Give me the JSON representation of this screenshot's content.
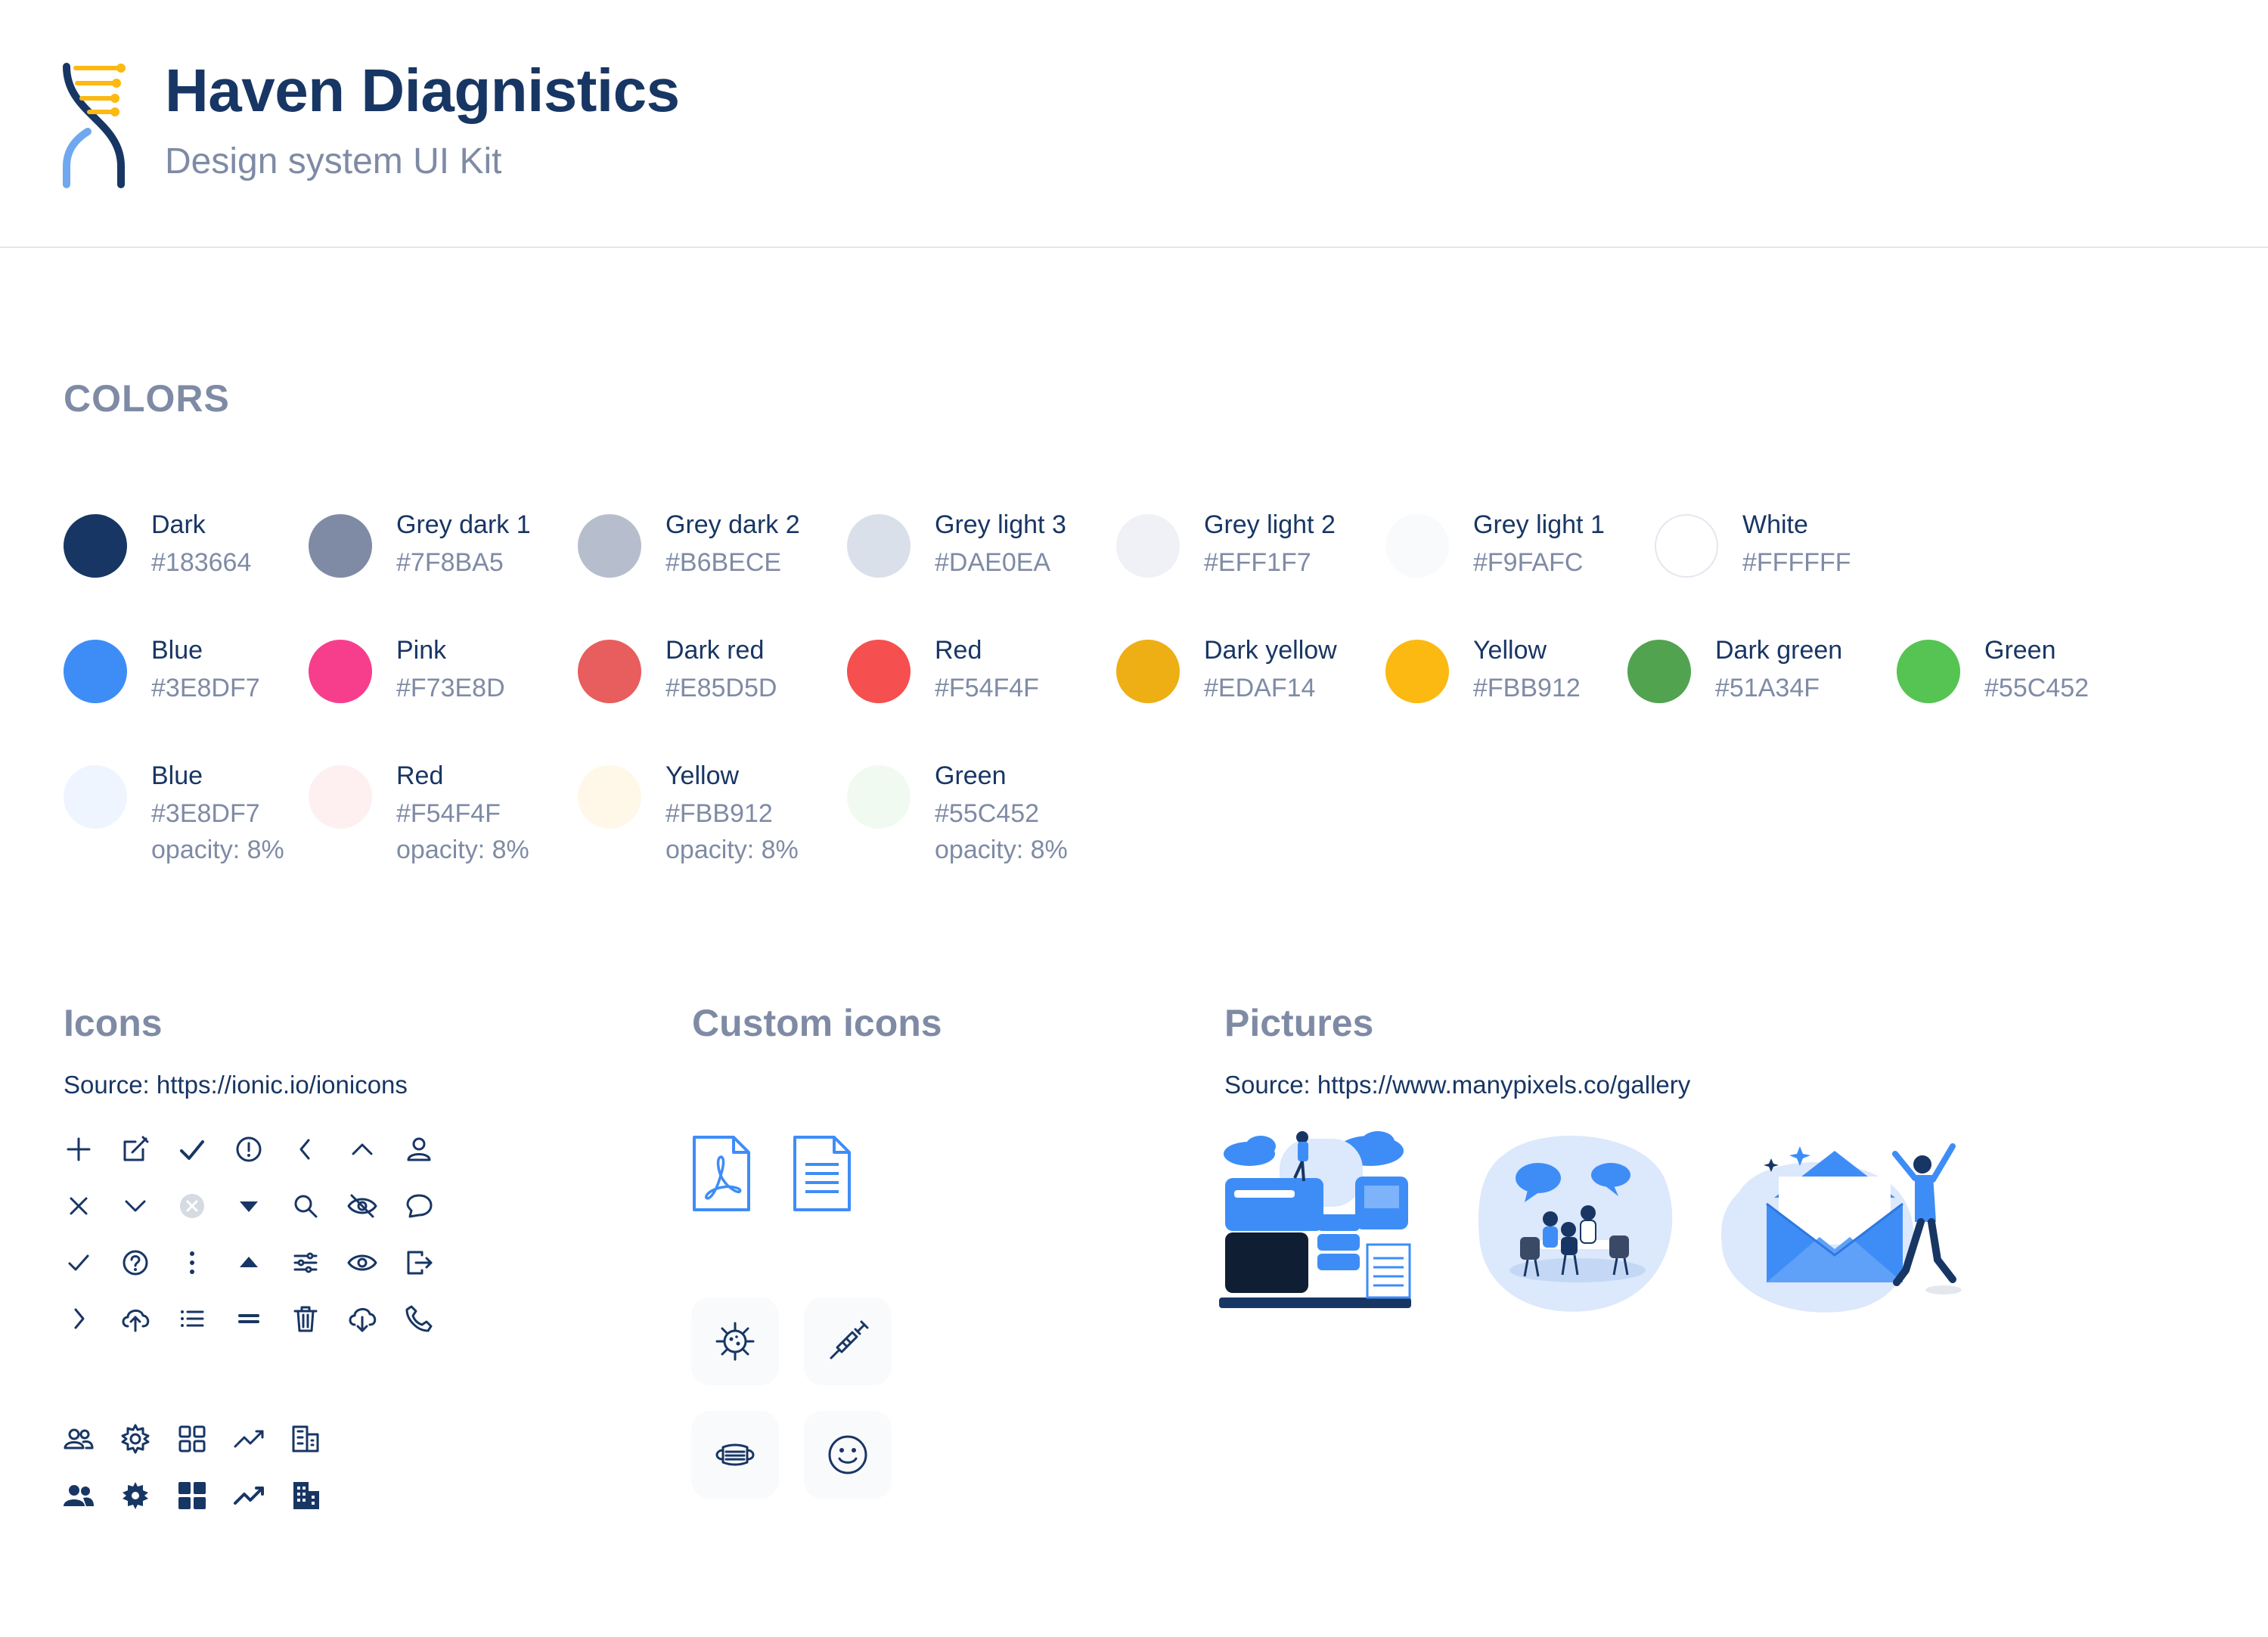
{
  "header": {
    "title": "Haven Diagnistics",
    "subtitle": "Design system UI Kit",
    "logo_icon": "dna-helix-logo"
  },
  "colors_section": {
    "title": "COLORS",
    "swatches": [
      {
        "name": "Dark",
        "hex": "#183664",
        "fill": "#183664",
        "opacity_label": ""
      },
      {
        "name": "Grey dark 1",
        "hex": "#7F8BA5",
        "fill": "#7F8BA5",
        "opacity_label": ""
      },
      {
        "name": "Grey dark 2",
        "hex": "#B6BECE",
        "fill": "#B6BECE",
        "opacity_label": ""
      },
      {
        "name": "Grey light 3",
        "hex": "#DAE0EA",
        "fill": "#DAE0EA",
        "opacity_label": ""
      },
      {
        "name": "Grey light 2",
        "hex": "#EFF1F7",
        "fill": "#EFF1F7",
        "opacity_label": ""
      },
      {
        "name": "Grey light 1",
        "hex": "#F9FAFC",
        "fill": "#F9FAFC",
        "opacity_label": ""
      },
      {
        "name": "White",
        "hex": "#FFFFFF",
        "fill": "#FFFFFF",
        "opacity_label": ""
      },
      {
        "name": "Blue",
        "hex": "#3E8DF7",
        "fill": "#3E8DF7",
        "opacity_label": ""
      },
      {
        "name": "Pink",
        "hex": "#F73E8D",
        "fill": "#F73E8D",
        "opacity_label": ""
      },
      {
        "name": "Dark red",
        "hex": "#E85D5D",
        "fill": "#E85D5D",
        "opacity_label": ""
      },
      {
        "name": "Red",
        "hex": "#F54F4F",
        "fill": "#F54F4F",
        "opacity_label": ""
      },
      {
        "name": "Dark yellow",
        "hex": "#EDAF14",
        "fill": "#EDAF14",
        "opacity_label": ""
      },
      {
        "name": "Yellow",
        "hex": "#FBB912",
        "fill": "#FBB912",
        "opacity_label": ""
      },
      {
        "name": "Dark green",
        "hex": "#51A34F",
        "fill": "#51A34F",
        "opacity_label": ""
      },
      {
        "name": "Green",
        "hex": "#55C452",
        "fill": "#55C452",
        "opacity_label": ""
      },
      {
        "name": "Blue",
        "hex": "#3E8DF7",
        "fill": "#EEF5FF",
        "opacity_label": "opacity: 8%"
      },
      {
        "name": "Red",
        "hex": "#F54F4F",
        "fill": "#FEF0F0",
        "opacity_label": "opacity: 8%"
      },
      {
        "name": "Yellow",
        "hex": "#FBB912",
        "fill": "#FFF8E8",
        "opacity_label": "opacity: 8%"
      },
      {
        "name": "Green",
        "hex": "#55C452",
        "fill": "#F1FAF1",
        "opacity_label": "opacity: 8%"
      }
    ]
  },
  "icons_section": {
    "title": "Icons",
    "source": "Source: https://ionic.io/ionicons",
    "icons": [
      "add-icon",
      "edit-icon",
      "checkmark-icon",
      "alert-circle-icon",
      "chevron-back-icon",
      "chevron-up-icon",
      "person-icon",
      "close-icon",
      "chevron-down-icon",
      "close-circle-icon",
      "caret-down-icon",
      "search-icon",
      "eye-off-icon",
      "chat-bubble-icon",
      "check-icon",
      "help-circle-icon",
      "more-vertical-icon",
      "caret-up-icon",
      "options-icon",
      "eye-icon",
      "exit-icon",
      "chevron-forward-icon",
      "cloud-upload-icon",
      "list-icon",
      "reorder-icon",
      "trash-icon",
      "cloud-download-icon",
      "call-icon",
      "people-outline-icon",
      "settings-outline-icon",
      "grid-outline-icon",
      "trending-up-outline-icon",
      "business-outline-icon",
      "people-filled-icon",
      "settings-filled-icon",
      "grid-filled-icon",
      "trending-up-filled-icon",
      "business-filled-icon"
    ]
  },
  "custom_icons_section": {
    "title": "Custom icons",
    "icons": [
      "pdf-document-icon",
      "text-document-icon",
      "virus-icon",
      "syringe-icon",
      "face-mask-icon",
      "smiley-icon"
    ]
  },
  "pictures_section": {
    "title": "Pictures",
    "source": "Source: https://www.manypixels.co/gallery",
    "pictures": [
      "cloud-server-illustration",
      "team-meeting-illustration",
      "mail-celebration-illustration"
    ]
  },
  "palette": {
    "dark": "#183664",
    "muted": "#7F8BA5",
    "blue": "#3E8DF7",
    "divider": "#E4E7EE"
  }
}
